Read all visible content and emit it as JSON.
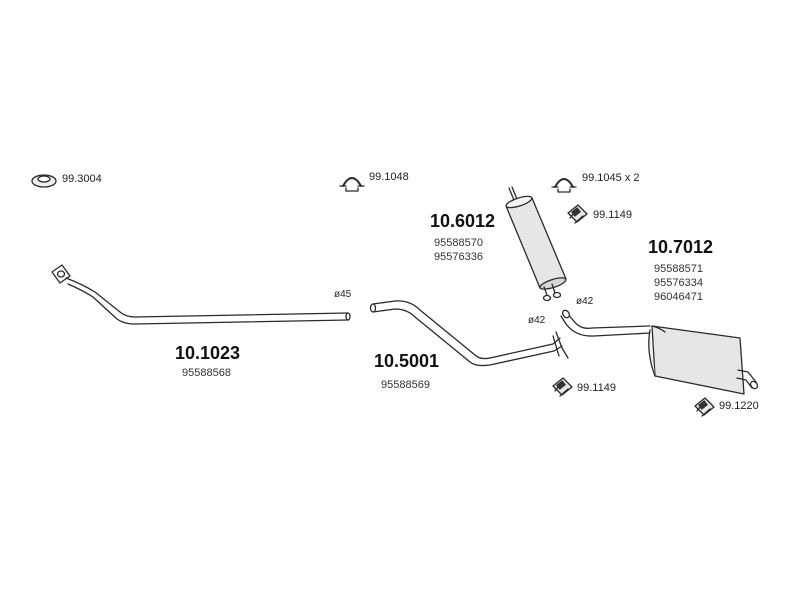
{
  "accessories": {
    "ring_gasket": "99.3004",
    "clamp_a": "99.1048",
    "clamp_b": "99.1045 x 2",
    "rubber_top": "99.1149",
    "rubber_bottom": "99.1149",
    "rubber_rear": "99.1220"
  },
  "parts": {
    "front_pipe": {
      "code": "10.1023",
      "oem": [
        "95588568"
      ],
      "diameter": "ø45"
    },
    "middle_pipe": {
      "code": "10.5001",
      "oem": [
        "95588569"
      ],
      "diameter": "ø42"
    },
    "center_silencer": {
      "code": "10.6012",
      "oem": [
        "95588570",
        "95576336"
      ]
    },
    "rear_silencer": {
      "code": "10.7012",
      "oem": [
        "95588571",
        "95576334",
        "96046471"
      ],
      "diameter": "ø42"
    }
  },
  "colors": {
    "line": "#2a2a2a",
    "pipe_fill": "#ffffff",
    "silencer_fill": "#e6e6e6"
  }
}
